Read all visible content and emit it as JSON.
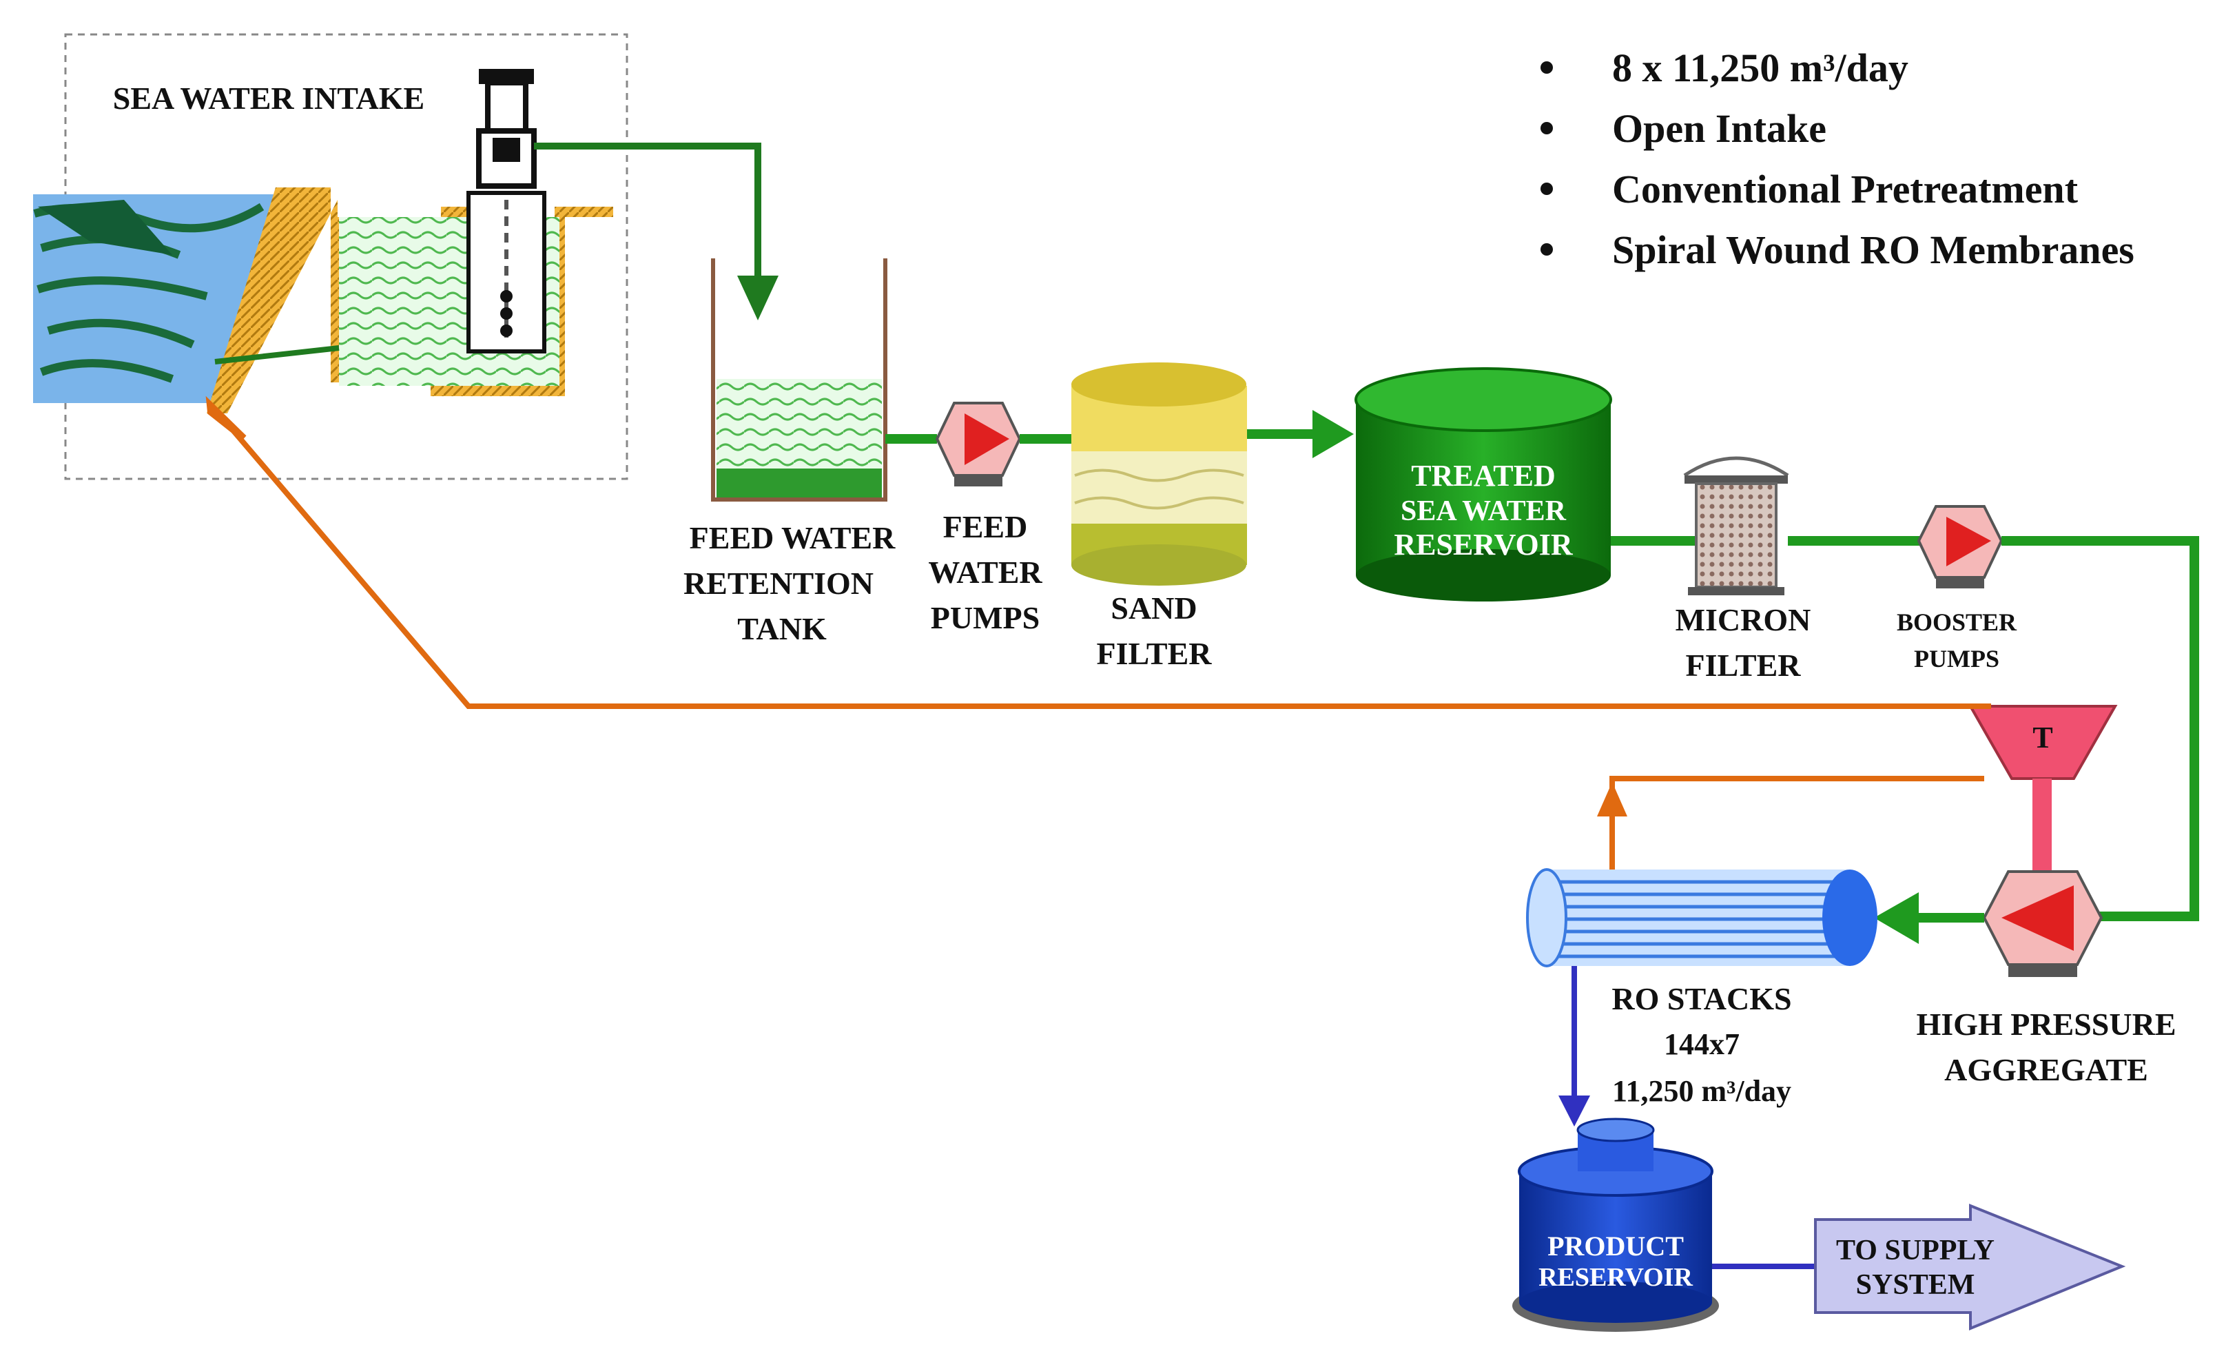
{
  "bullets": [
    "8 x 11,250 m³/day",
    "Open Intake",
    "Conventional Pretreatment",
    "Spiral Wound RO Membranes"
  ],
  "labels": {
    "sea_water_intake": "SEA WATER INTAKE",
    "feed_tank": [
      "FEED WATER",
      "RETENTION",
      "TANK"
    ],
    "feed_pumps": [
      "FEED",
      "WATER",
      "PUMPS"
    ],
    "sand_filter": [
      "SAND",
      "FILTER"
    ],
    "reservoir": [
      "TREATED",
      "SEA WATER",
      "RESERVOIR"
    ],
    "micron_filter": [
      "MICRON",
      "FILTER"
    ],
    "booster_pumps": [
      "BOOSTER",
      "PUMPS"
    ],
    "turbine": "T",
    "high_pressure": [
      "HIGH PRESSURE",
      "AGGREGATE"
    ],
    "ro_stacks": [
      "RO STACKS",
      "144x7",
      "11,250 m³/day"
    ],
    "product_reservoir": [
      "PRODUCT",
      "RESERVOIR"
    ],
    "to_supply": [
      "TO SUPPLY",
      "SYSTEM"
    ]
  },
  "colors": {
    "feed_line": "#1f9a1f",
    "intake_line": "#1f7a1f",
    "brine_line": "#e06a10",
    "product_line": "#3030c0",
    "pump_red": "#e02020",
    "turbine_pink": "#f05070",
    "sand_yellow": "#f0dc60",
    "sand_olive": "#a8b030",
    "reservoir_green": "#1a9a1a",
    "product_blue": "#1840c8",
    "supply_arrow": "#c8c8f0",
    "sea_blue": "#7ab4ea"
  },
  "icons": [
    "pump-icon",
    "filter-icon",
    "tank-icon",
    "membrane-icon",
    "arrow-icon"
  ]
}
